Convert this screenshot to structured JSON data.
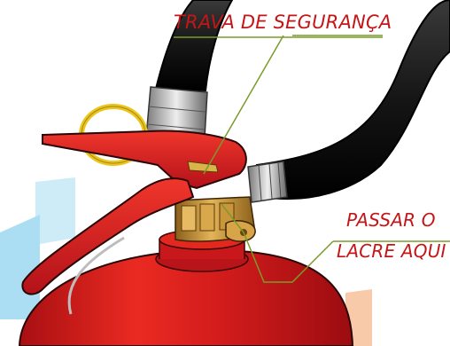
{
  "labels": {
    "safety_lock": "TRAVA DE SEGURANÇA",
    "seal_line1": "PASSAR O",
    "seal_line2": "LACRE AQUI"
  },
  "colors": {
    "label_text": "#c41618",
    "callout_line": "#7a9b2a",
    "extinguisher_red": "#e01f1f",
    "hose_black": "#1b1b1b",
    "brass": "#c89a3a",
    "ring_yellow": "#e9c51d",
    "watermark_blue": "#8fd3ef",
    "watermark_orange": "#f7b98d"
  }
}
